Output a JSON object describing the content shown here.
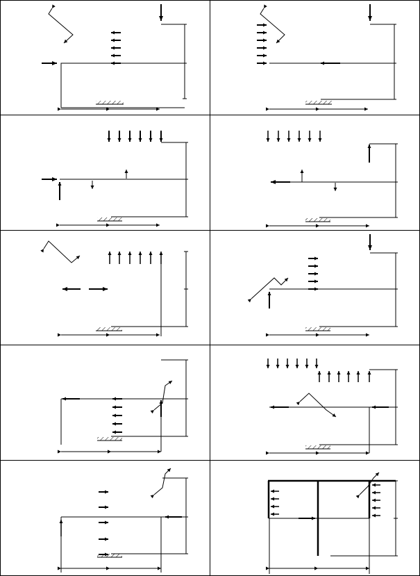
{
  "figure": {
    "description_none": "",
    "layout": {
      "rows": 5,
      "cols": 2
    },
    "line_color": "#000000",
    "background": "#ffffff"
  },
  "panels": [
    {
      "id": "p1",
      "label": "",
      "hatch_support": true
    },
    {
      "id": "p2",
      "label": "",
      "hatch_support": true
    },
    {
      "id": "p3",
      "label": "",
      "hatch_support": true
    },
    {
      "id": "p4",
      "label": "",
      "hatch_support": true
    },
    {
      "id": "p5",
      "label": "",
      "hatch_support": true
    },
    {
      "id": "p6",
      "label": "",
      "hatch_support": true
    },
    {
      "id": "p7",
      "label": "",
      "hatch_support": true
    },
    {
      "id": "p8",
      "label": "",
      "hatch_support": true
    },
    {
      "id": "p9",
      "label": "",
      "hatch_support": true
    },
    {
      "id": "p10",
      "label": "",
      "hatch_support": true
    }
  ]
}
